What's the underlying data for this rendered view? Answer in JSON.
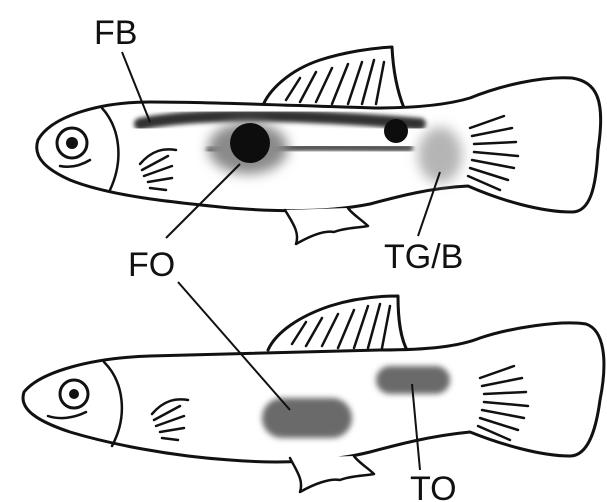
{
  "labels": {
    "fb": "FB",
    "fo": "FO",
    "tgb": "TG/B",
    "to": "TO"
  },
  "colors": {
    "outline": "#111111",
    "background": "#ffffff",
    "dark_spot": "#0d0d0d",
    "gray_patch": "#6a6a6a",
    "halo": "#8a8a8a",
    "light_patch": "#b5b5b5",
    "stripe": "#333333"
  },
  "icons": [
    "fish-outline",
    "eye-icon",
    "fin"
  ]
}
